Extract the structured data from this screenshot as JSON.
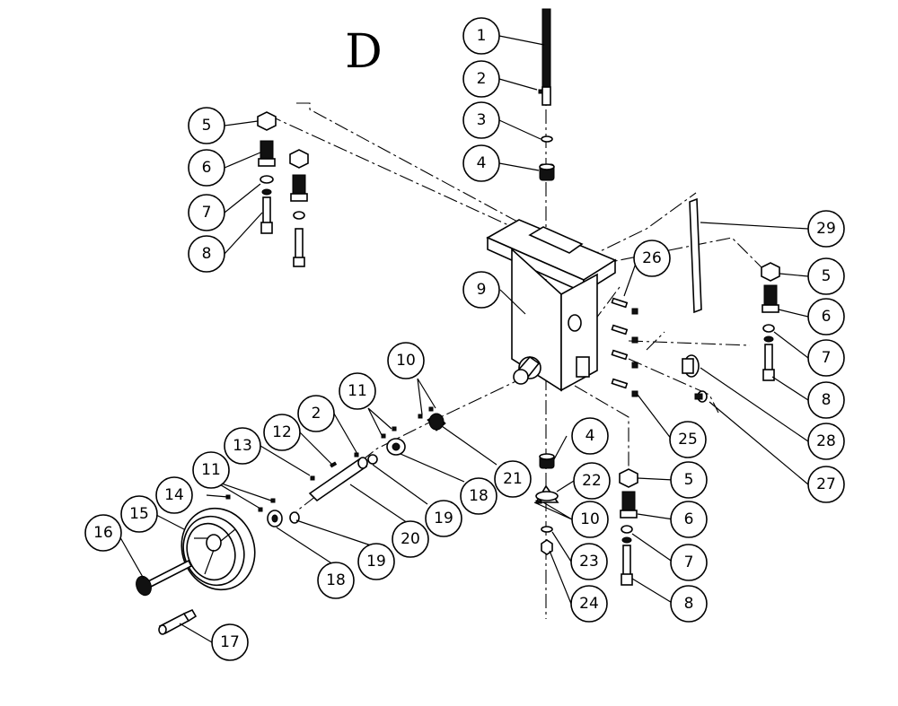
{
  "diagram": {
    "title": "D",
    "callouts": [
      {
        "label": "1"
      },
      {
        "label": "2"
      },
      {
        "label": "3"
      },
      {
        "label": "4"
      },
      {
        "label": "5"
      },
      {
        "label": "6"
      },
      {
        "label": "7"
      },
      {
        "label": "8"
      },
      {
        "label": "9"
      },
      {
        "label": "10"
      },
      {
        "label": "11"
      },
      {
        "label": "2"
      },
      {
        "label": "12"
      },
      {
        "label": "13"
      },
      {
        "label": "11"
      },
      {
        "label": "14"
      },
      {
        "label": "15"
      },
      {
        "label": "16"
      },
      {
        "label": "17"
      },
      {
        "label": "18"
      },
      {
        "label": "19"
      },
      {
        "label": "20"
      },
      {
        "label": "19"
      },
      {
        "label": "18"
      },
      {
        "label": "21"
      },
      {
        "label": "4"
      },
      {
        "label": "22"
      },
      {
        "label": "10"
      },
      {
        "label": "23"
      },
      {
        "label": "24"
      },
      {
        "label": "5"
      },
      {
        "label": "6"
      },
      {
        "label": "7"
      },
      {
        "label": "8"
      },
      {
        "label": "25"
      },
      {
        "label": "26"
      },
      {
        "label": "29"
      },
      {
        "label": "5"
      },
      {
        "label": "6"
      },
      {
        "label": "7"
      },
      {
        "label": "8"
      },
      {
        "label": "28"
      },
      {
        "label": "27"
      }
    ]
  }
}
